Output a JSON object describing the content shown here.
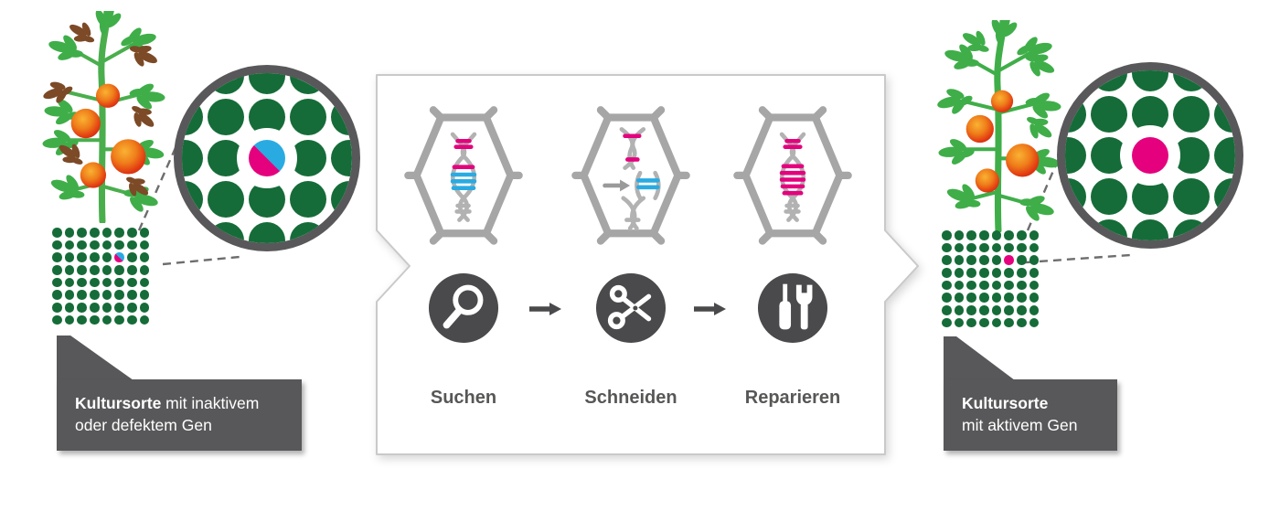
{
  "left": {
    "plant": "diseased-tomato-plant",
    "label": {
      "bold": "Kultursorte",
      "line1_rest": " mit inaktivem",
      "line2": "oder defektem Gen"
    },
    "grid": {
      "rows": 8,
      "cols": 8,
      "special_row": 3,
      "special_col": 6,
      "special_style": "split"
    },
    "magnifier_style": "split"
  },
  "center": {
    "steps": [
      {
        "label": "Suchen",
        "icon": "magnifier-icon",
        "cell": "dna-with-defective-gene"
      },
      {
        "label": "Schneiden",
        "icon": "scissors-icon",
        "cell": "dna-cut-segment-removed"
      },
      {
        "label": "Reparieren",
        "icon": "tools-icon",
        "cell": "dna-repaired-gene"
      }
    ]
  },
  "right": {
    "plant": "healthy-tomato-plant",
    "label": {
      "bold": "Kultursorte",
      "line2": "mit aktivem Gen"
    },
    "grid": {
      "rows": 8,
      "cols": 8,
      "special_row": 3,
      "special_col": 6,
      "special_style": "solid"
    },
    "magnifier_style": "solid"
  },
  "colors": {
    "green_dot": "#156c38",
    "magenta": "#e5007d",
    "blue": "#29abe2",
    "ring_gray": "#58585a",
    "box_gray": "#58585a",
    "icon_gray": "#4a4a4c",
    "cell_gray": "#a6a6a6",
    "panel_border": "#c9c9c9",
    "text_gray": "#575756",
    "plant_green": "#3fae49",
    "withered_brown": "#7c4a27"
  }
}
